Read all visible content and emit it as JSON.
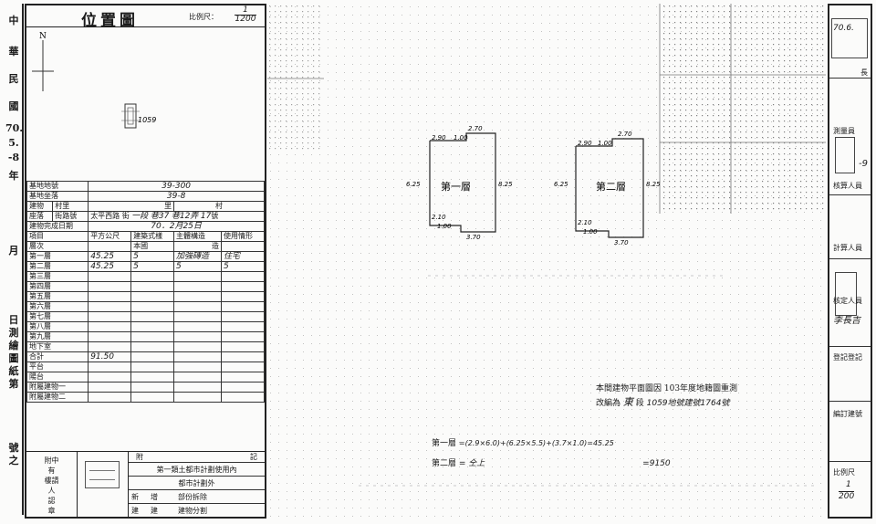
{
  "date_strip": [
    "中",
    "華",
    "民",
    "國",
    "70.",
    "5.",
    "-8",
    "年",
    "月",
    "日",
    "測",
    "繪",
    "圖",
    "紙",
    "第",
    "號",
    "之"
  ],
  "location_map": {
    "title": "位置圖",
    "scale_label": "比例尺：",
    "scale_num": "1",
    "scale_den": "1200",
    "north": "N",
    "parcel_label": "1059"
  },
  "info": {
    "land_no_label": "基地地號",
    "land_no_value": "39-300",
    "land_seat_label": "基地坐落",
    "land_seat_value": "39-8",
    "building_label": "建物",
    "village_label": "村里",
    "village_suffix_1": "里",
    "village_suffix_2": "村",
    "seat_label": "座落",
    "road_label": "街路號",
    "road_name": "太平西路",
    "street_char": "街",
    "street_num": "一段",
    "lane": "巷37",
    "alley": "巷12弄",
    "door_no": "17",
    "door_suffix": "號",
    "complete_date_label": "建物完成日期",
    "complete_date": "70．2月25日",
    "cols": {
      "item": "項目",
      "floor": "層次",
      "area": "平方公尺",
      "structure": "建築式樣",
      "structure_sub": "本國",
      "material": "主體構造",
      "material_sub": "造",
      "usage": "使用情形"
    },
    "floors": [
      {
        "label": "第一層",
        "area": "45.25",
        "style": "5",
        "material": "加強磚造",
        "usage": "住宅"
      },
      {
        "label": "第二層",
        "area": "45.25",
        "style": "5",
        "material": "5",
        "usage": "5"
      },
      {
        "label": "第三層",
        "area": "",
        "style": "",
        "material": "",
        "usage": ""
      },
      {
        "label": "第四層",
        "area": "",
        "style": "",
        "material": "",
        "usage": ""
      },
      {
        "label": "第五層",
        "area": "",
        "style": "",
        "material": "",
        "usage": ""
      },
      {
        "label": "第六層",
        "area": "",
        "style": "",
        "material": "",
        "usage": ""
      },
      {
        "label": "第七層",
        "area": "",
        "style": "",
        "material": "",
        "usage": ""
      },
      {
        "label": "第八層",
        "area": "",
        "style": "",
        "material": "",
        "usage": ""
      },
      {
        "label": "第九層",
        "area": "",
        "style": "",
        "material": "",
        "usage": ""
      }
    ],
    "basement_label": "地下室",
    "total_label": "合計",
    "total_area": "91.50",
    "platform_label": "平台",
    "balcony_label": "陽台",
    "attached_1": "附屬建物一",
    "attached_2": "附屬建物二"
  },
  "bottom": {
    "col1": [
      "附中",
      "有",
      "樓請",
      "人",
      "認",
      "章"
    ],
    "note_header_left": "附",
    "note_header_right": "記",
    "row1": "第一類土都市計劃使用內",
    "row2": "都市計劃外",
    "row3_a": "新",
    "row3_b": "增",
    "row3_c": "部份拆除",
    "row4_a": "建",
    "row4_b": "建",
    "row4_c": "建物分割"
  },
  "plan": {
    "floor1_label": "第一層",
    "floor2_label": "第二層",
    "dim_top": "2.70",
    "dim_top_small": "2.90",
    "dim_top_small2": "1.00",
    "dim_left": "6.25",
    "dim_right": "8.25",
    "dim_bottom": "3.70",
    "dim_bl": "2.10",
    "dim_bl2": "1.00"
  },
  "notes": {
    "line1": "本間建物平面圖因 103年度地籍圖重測",
    "line2_a": "改編為 ",
    "line2_b": "東",
    "line2_c": " 段",
    "line2_d": "1059地號建號1764號",
    "calc1_label": "第一層",
    "calc1": "=(2.9×6.0)+(6.25×5.5)+(3.7×1.0)=45.25",
    "calc2_label": "第二層",
    "calc2": "= 仝上",
    "calc2_total": "=9150"
  },
  "right": {
    "top_stamp": "70.6.",
    "head_label": "長",
    "surveyor_label": "測量員",
    "surveyor_label2": "核算人員",
    "calc_label": "計算人員",
    "checker_label": "核定人員",
    "check_name": "李長吉",
    "reg_label": "登記登記",
    "edit_label": "編訂建號",
    "scale_label": "比例尺",
    "scale_num": "1",
    "scale_den": "200",
    "mark": "-9"
  }
}
